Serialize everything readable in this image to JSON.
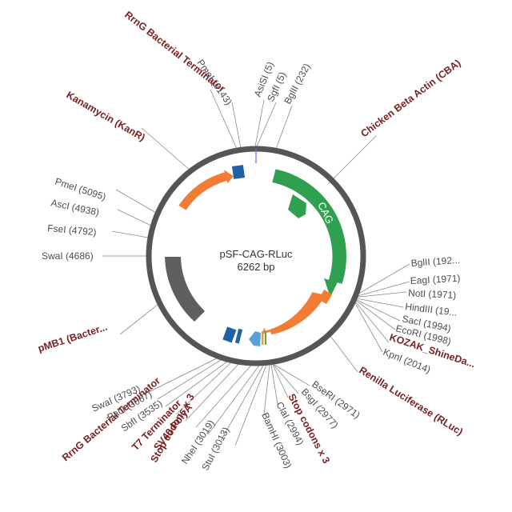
{
  "plasmid": {
    "name": "pSF-CAG-RLuc",
    "size": "6262 bp",
    "length": 6262
  },
  "colors": {
    "backbone": "#555555",
    "green": "#2ea04f",
    "orange": "#f07c35",
    "dark_blue": "#1f63a6",
    "light_blue": "#5aa0d8",
    "gray": "#5f5f5f",
    "feature_label": "#7a1f1f",
    "site_label": "#4d4d4d",
    "leader": "#8a8a8a"
  },
  "features": [
    {
      "id": "cba",
      "label": "Chicken Beta Actin (CBA)",
      "color": "green",
      "inner_text": "CAG"
    },
    {
      "id": "cba-small",
      "label": "",
      "color": "green"
    },
    {
      "id": "rluc",
      "label": "Renilla Luciferase (RLuc)",
      "color": "orange"
    },
    {
      "id": "kozak",
      "label": "KOZAK_ShineDa...",
      "color": "orange"
    },
    {
      "id": "kanr",
      "label": "Kanamycin (KanR)",
      "color": "orange"
    },
    {
      "id": "rrng-top",
      "label": "RrnG Bacterial Terminator",
      "color": "dark_blue"
    },
    {
      "id": "pmb1",
      "label": "pMB1 (Bacter...",
      "color": "gray"
    },
    {
      "id": "rrng-bottom",
      "label": "RrnG Bacterial Terminator",
      "color": "dark_blue"
    },
    {
      "id": "t7",
      "label": "T7 Terminator",
      "color": "dark_blue"
    },
    {
      "id": "sv40",
      "label": "SV40 PolyA",
      "color": "light_blue"
    },
    {
      "id": "stop-left",
      "label": "Stop codons x 3",
      "color": "orange"
    },
    {
      "id": "stop-right",
      "label": "Stop codons x 3",
      "color": "orange"
    }
  ],
  "sites": [
    {
      "id": "asisi",
      "label": "AsiSI (5)"
    },
    {
      "id": "sgfi",
      "label": "SgfI (5)"
    },
    {
      "id": "bglii-232",
      "label": "BglII (232)"
    },
    {
      "id": "pmei-6143",
      "label": "PmeI (6143)"
    },
    {
      "id": "pmei-5095",
      "label": "PmeI (5095)"
    },
    {
      "id": "asci",
      "label": "AscI (4938)"
    },
    {
      "id": "fsei",
      "label": "FseI (4792)"
    },
    {
      "id": "swai-4686",
      "label": "SwaI (4686)"
    },
    {
      "id": "bglii-192",
      "label": "BglII (192..."
    },
    {
      "id": "eagi",
      "label": "EagI (1971)"
    },
    {
      "id": "noti",
      "label": "NotI (1971)"
    },
    {
      "id": "hindiii",
      "label": "HindIII (19..."
    },
    {
      "id": "saci",
      "label": "SacI (1994)"
    },
    {
      "id": "ecori",
      "label": "EcoRI (1998)"
    },
    {
      "id": "kpni",
      "label": "KpnI (2014)"
    },
    {
      "id": "bseri",
      "label": "BseRI (2971)"
    },
    {
      "id": "bsgi",
      "label": "BsgI (2977)"
    },
    {
      "id": "clai",
      "label": "ClaI (2994)"
    },
    {
      "id": "bamhi",
      "label": "BamHI (3003)"
    },
    {
      "id": "stui",
      "label": "StuI (3013)"
    },
    {
      "id": "nhei",
      "label": "NheI (3019)"
    },
    {
      "id": "sbfi",
      "label": "SbfI (3535)"
    },
    {
      "id": "paci",
      "label": "PacI (3667)"
    },
    {
      "id": "swai-3793",
      "label": "SwaI (3793)"
    }
  ]
}
